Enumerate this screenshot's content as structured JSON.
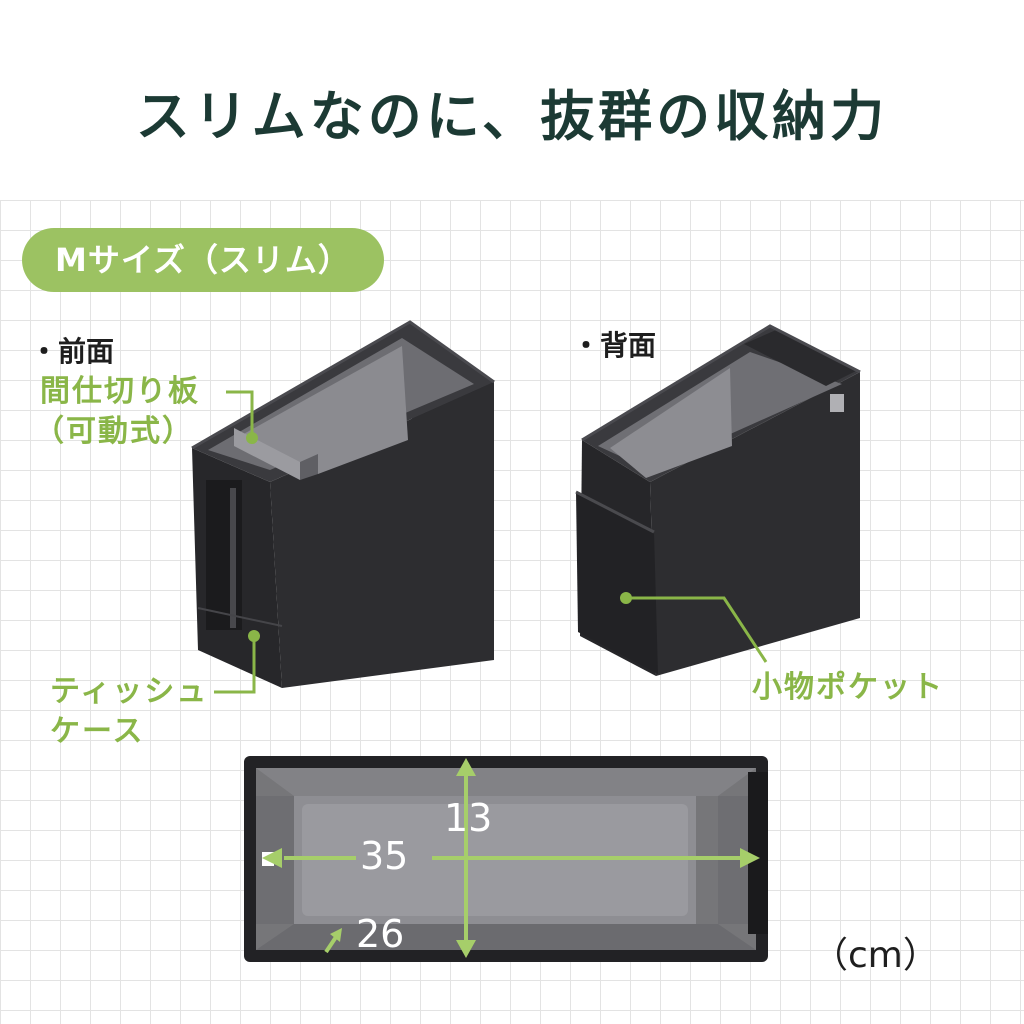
{
  "title": "スリムなのに、抜群の収納力",
  "size_badge": "Mサイズ（スリム）",
  "views": {
    "front_label": "・前面",
    "back_label": "・背面"
  },
  "callouts": {
    "divider_line1": "間仕切り板",
    "divider_line2": "（可動式）",
    "tissue_line1": "ティッシュ",
    "tissue_line2": "ケース",
    "pocket": "小物ポケット"
  },
  "dimensions": {
    "width": "35",
    "depth": "13",
    "diagonal": "26",
    "unit": "（cm）"
  },
  "colors": {
    "accent_green": "#9cc262",
    "callout_green": "#8ab648",
    "title_dark": "#1c3a34",
    "bag_black": "#2a2a2c",
    "bag_lining": "#8a8a8e"
  }
}
